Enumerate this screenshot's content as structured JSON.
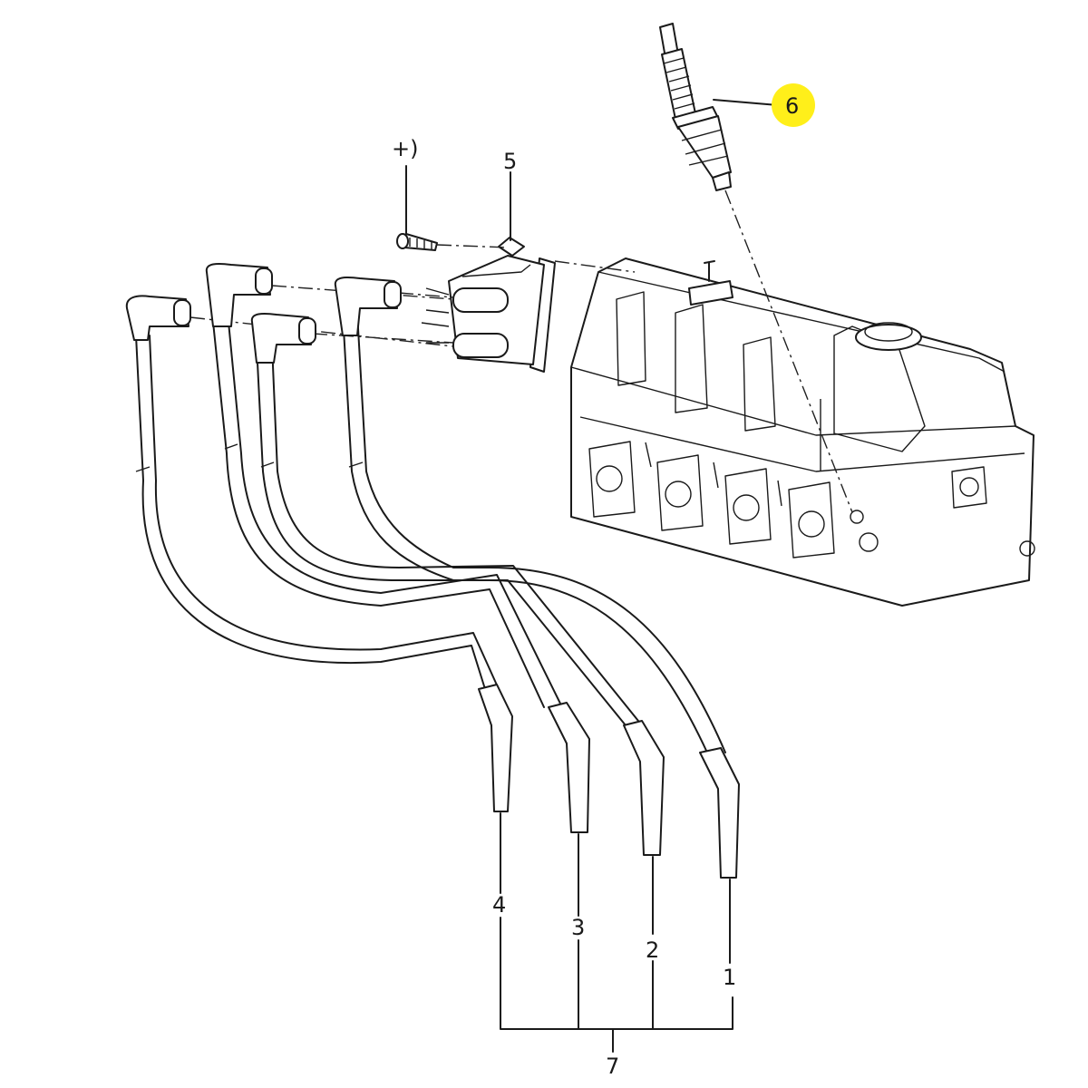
{
  "callouts": {
    "plus_note": "+)",
    "part_5": "5",
    "part_6": "6",
    "part_7": "7",
    "lead_1": "1",
    "lead_2": "2",
    "lead_3": "3",
    "lead_4": "4"
  },
  "colors": {
    "highlight": "#ffef1a",
    "line": "#1a1a1a"
  }
}
